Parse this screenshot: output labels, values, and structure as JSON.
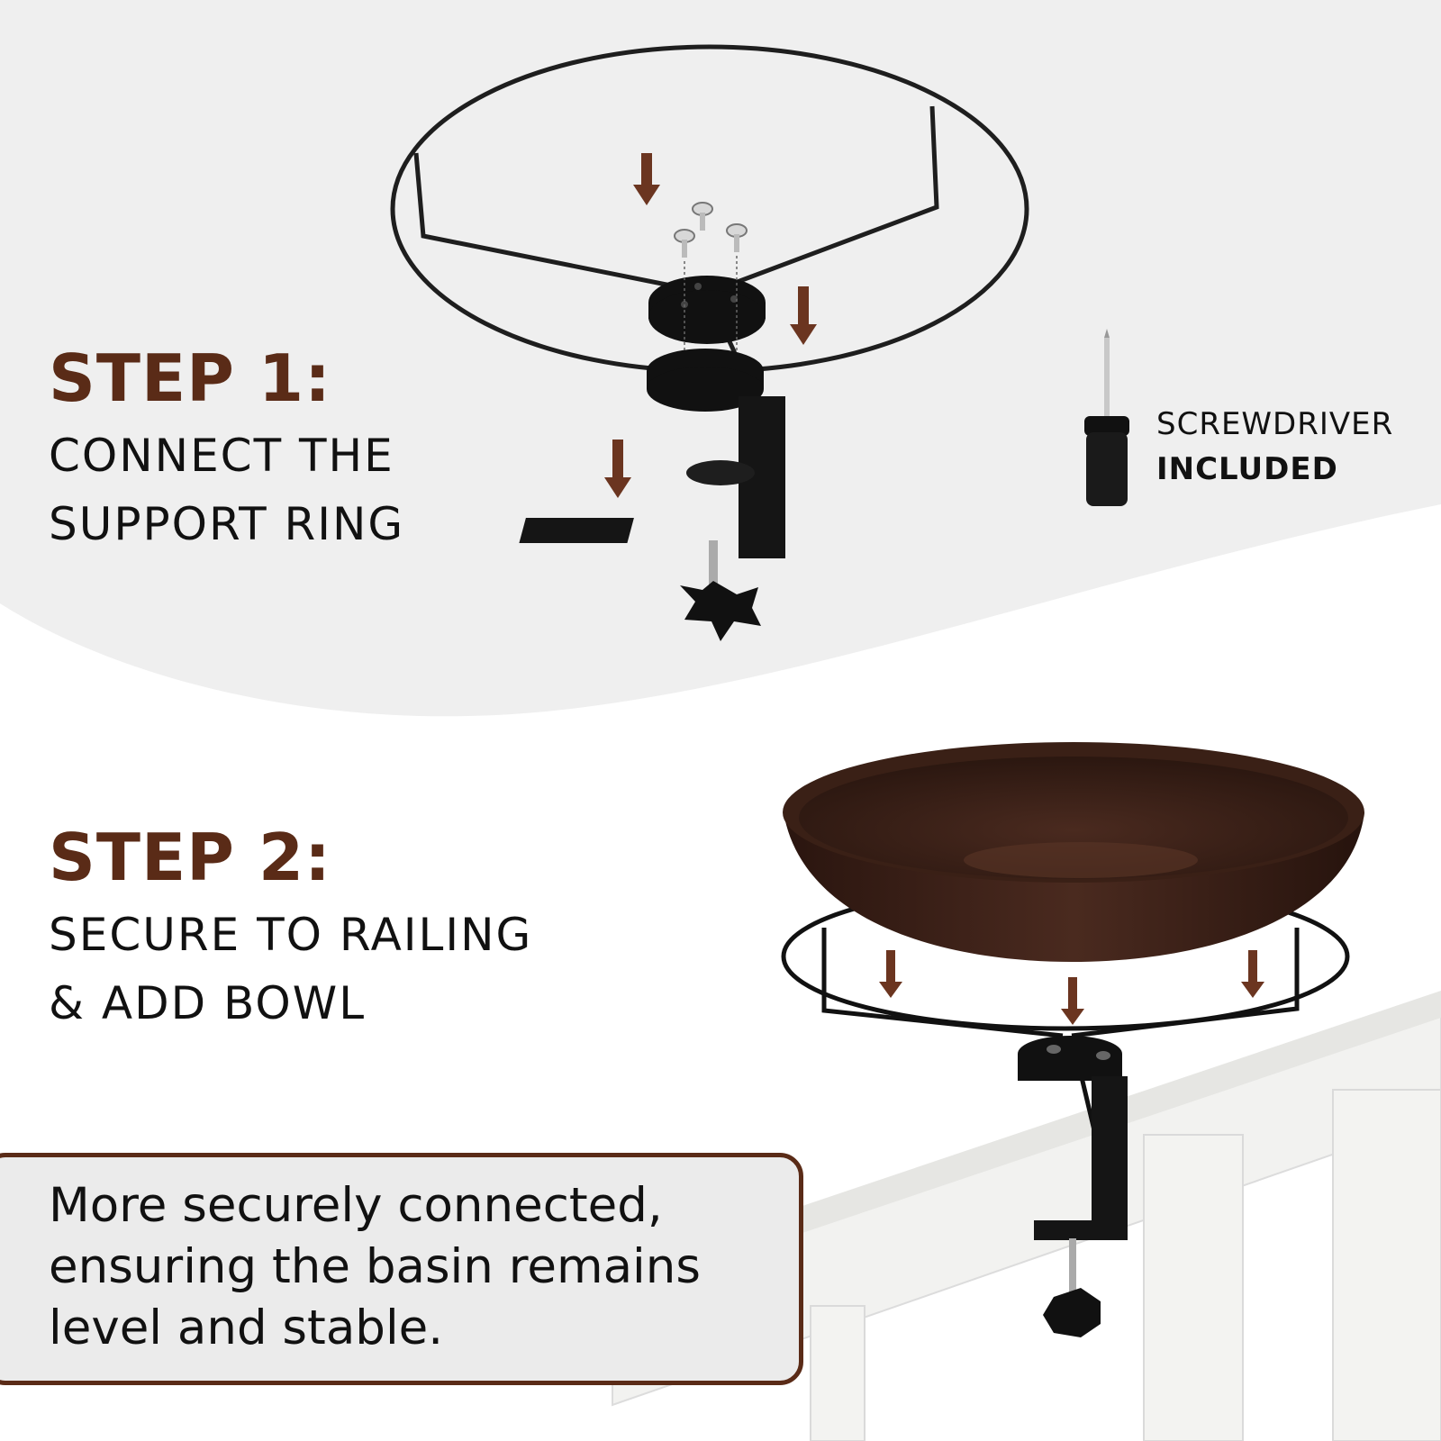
{
  "step1": {
    "title": "STEP 1:",
    "line1": "CONNECT THE",
    "line2": "SUPPORT RING"
  },
  "step2": {
    "title": "STEP 2:",
    "line1": "SECURE TO RAILING",
    "line2": "& ADD BOWL"
  },
  "screwdriver": {
    "line1": "SCREWDRIVER",
    "line2": "INCLUDED"
  },
  "callout": {
    "line1": "More securely connected,",
    "line2": "ensuring the basin remains",
    "line3": "level and stable."
  },
  "colors": {
    "accent_brown": "#5a2b17",
    "arrow_brown": "#6b3520",
    "top_background": "#efefef",
    "callout_background": "#ebebeb",
    "bowl": "#3d2218",
    "metal": "#1c1c1c",
    "railing": "#f4f4f2"
  },
  "icons": [
    "support-ring",
    "mounting-plate",
    "screw",
    "c-clamp",
    "star-knob",
    "screwdriver",
    "bird-bath-bowl",
    "railing",
    "down-arrow"
  ]
}
